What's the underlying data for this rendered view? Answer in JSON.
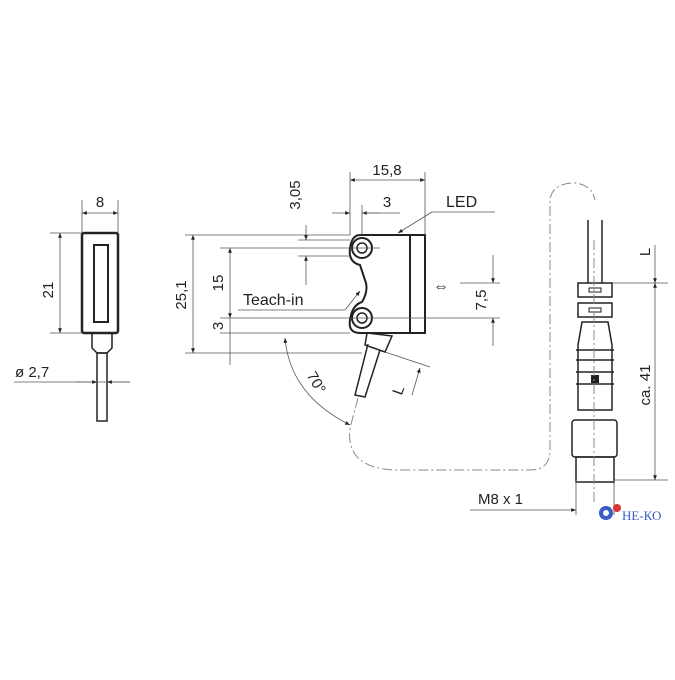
{
  "side_view": {
    "width": "8",
    "height": "21",
    "cable_diameter": "ø 2,7"
  },
  "front_view": {
    "height": "25,1",
    "hole_spacing": "15",
    "hole_offset": "3",
    "top_offset": "3,05",
    "depth": "15,8",
    "led_offset": "3",
    "led_label": "LED",
    "teach_label": "Teach-in",
    "optical_axis": "7,5",
    "angle": "70°",
    "cable_length": "L"
  },
  "connector_view": {
    "length_label": "L",
    "connector_length": "ca. 41",
    "thread": "M8 x 1"
  },
  "logo": {
    "text": "НЕ-КО"
  }
}
